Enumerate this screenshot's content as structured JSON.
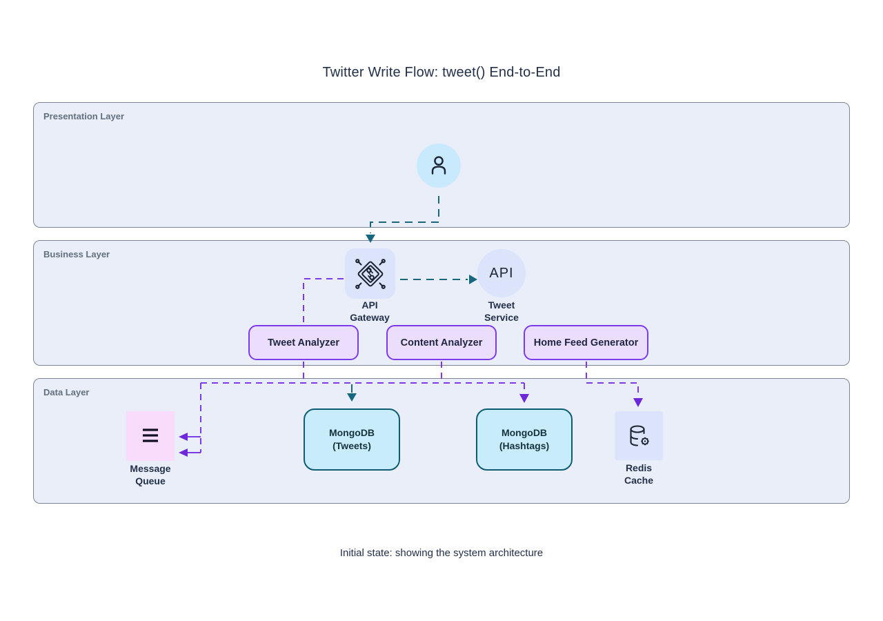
{
  "title": "Twitter Write Flow: tweet() End-to-End",
  "caption": "Initial state: showing the system architecture",
  "colors": {
    "layer-bg": "#e9eef9",
    "layer-border": "#7b8494",
    "layer-label": "#636e7e",
    "text-dark": "#22304a",
    "teal": "#17687f",
    "purple": "#7c3aed",
    "purple-dark": "#6d28d9",
    "node-blue-bg": "#dbe4fb",
    "user-bg": "#c9e9fc",
    "analyzer-bg": "#eadefc",
    "mongo-bg": "#c8ecf9",
    "mongo-border": "#0d5c74",
    "queue-bg": "#f9dcfb",
    "icon-ink": "#1c2433"
  },
  "layers": {
    "presentation": {
      "label": "Presentation Layer"
    },
    "business": {
      "label": "Business Layer"
    },
    "data": {
      "label": "Data Layer"
    }
  },
  "nodes": {
    "user": {
      "icon": "user-icon"
    },
    "api_gateway": {
      "icon": "api-gateway-icon",
      "lines": [
        "API",
        "Gateway"
      ]
    },
    "tweet_service": {
      "icon_text": "API",
      "lines": [
        "Tweet",
        "Service"
      ]
    },
    "tweet_analyzer": {
      "label": "Tweet Analyzer"
    },
    "content_analyzer": {
      "label": "Content Analyzer"
    },
    "home_feed_generator": {
      "label": "Home Feed Generator"
    },
    "message_queue": {
      "icon": "message-queue-icon",
      "lines": [
        "Message",
        "Queue"
      ]
    },
    "mongodb_tweets": {
      "lines": [
        "MongoDB",
        "(Tweets)"
      ]
    },
    "mongodb_hashtags": {
      "lines": [
        "MongoDB",
        "(Hashtags)"
      ]
    },
    "redis_cache": {
      "icon": "redis-cache-icon",
      "lines": [
        "Redis",
        "Cache"
      ]
    }
  }
}
